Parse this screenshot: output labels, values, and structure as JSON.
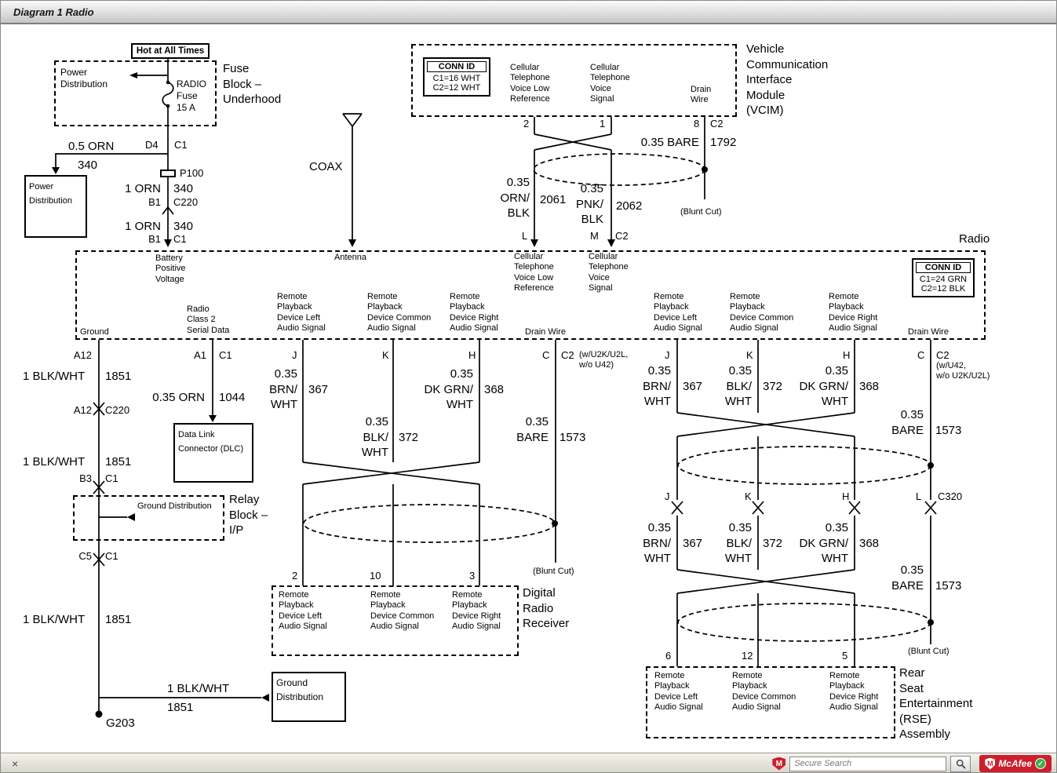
{
  "titlebar": {
    "title": "Diagram 1 Radio"
  },
  "statusbar": {
    "close": "×",
    "search_placeholder": "Secure Search",
    "mcafee_m": "M",
    "mcafee_label": "McAfee",
    "check": "✓"
  },
  "diagram": {
    "fuse": {
      "hot": "Hot at All Times",
      "power_distribution": "Power\nDistribution",
      "fuse_name": "RADIO\nFuse\n15 A",
      "block": "Fuse\nBlock –\nUnderhood",
      "d4": "D4",
      "c1": "C1",
      "wire1": "0.5 ORN",
      "wire1_num": "340",
      "pd_box": "Power\nDistribution",
      "p100": "P100",
      "wire2": "1 ORN",
      "wire2_num": "340",
      "b1": "B1",
      "c220": "C220",
      "wire3": "1 ORN",
      "wire3_num": "340",
      "b1b": "B1",
      "c1b": "C1",
      "coax": "COAX"
    },
    "vcim": {
      "conn_id": "CONN ID",
      "conn_c1": "C1=16 WHT",
      "conn_c2": "C2=12 WHT",
      "voice_low": "Cellular\nTelephone\nVoice Low\nReference",
      "voice_sig": "Cellular\nTelephone\nVoice\nSignal",
      "drain": "Drain\nWire",
      "title": "Vehicle\nCommunication\nInterface\nModule\n(VCIM)",
      "pin2": "2",
      "pin1": "1",
      "pin8": "8",
      "c2": "C2",
      "n1792": "1792",
      "bare": "0.35 BARE",
      "orn_blk": "0.35\nORN/\nBLK",
      "n2061": "2061",
      "pnk_blk": "0.35\nPNK/\nBLK",
      "n2062": "2062",
      "blunt": "(Blunt Cut)",
      "pinL": "L",
      "pinM": "M",
      "c2b": "C2"
    },
    "radio": {
      "title": "Radio",
      "conn_id": "CONN ID",
      "conn_c1": "C1=24 GRN",
      "conn_c2": "C2=12 BLK",
      "battery": "Battery\nPositive\nVoltage",
      "antenna": "Antenna",
      "voice_low": "Cellular\nTelephone\nVoice Low\nReference",
      "voice_sig": "Cellular\nTelephone\nVoice\nSignal",
      "ground": "Ground",
      "class2": "Radio\nClass 2\nSerial Data",
      "rp_left": "Remote\nPlayback\nDevice Left\nAudio Signal",
      "rp_common": "Remote\nPlayback\nDevice Common\nAudio Signal",
      "rp_right": "Remote\nPlayback\nDevice Right\nAudio Signal",
      "drain": "Drain Wire"
    },
    "pins": {
      "a12": "A12",
      "a1": "A1",
      "c1": "C1",
      "j": "J",
      "k": "K",
      "h": "H",
      "c": "C",
      "c2": "C2",
      "note_u2k": "(w/U2K/U2L,\nw/o U42)",
      "note_u42": "(w/U42,\nw/o U2K/U2L)",
      "l": "L",
      "c320": "C320",
      "p2": "2",
      "p10": "10",
      "p3": "3",
      "p6": "6",
      "p12": "12",
      "p5": "5"
    },
    "ground": {
      "blkwht": "1 BLK/WHT",
      "n1851": "1851",
      "a12": "A12",
      "c220": "C220",
      "b3": "B3",
      "c1": "C1",
      "gdist": "Ground Distribution",
      "relay": "Relay\nBlock –\nI/P",
      "c5": "C5",
      "c1b": "C1",
      "g203": "G203",
      "gdist_box": "Ground\nDistribution"
    },
    "dlc": {
      "wire": "0.35 ORN",
      "num": "1044",
      "box": "Data Link\nConnector (DLC)"
    },
    "wires": {
      "brn": "0.35\nBRN/\nWHT",
      "n367": "367",
      "blk": "0.35\nBLK/\nWHT",
      "n372": "372",
      "grn": "0.35\nDK GRN/\nWHT",
      "n368": "368",
      "bare": "0.35\nBARE",
      "n1573": "1573",
      "blunt": "(Blunt Cut)"
    },
    "drr": {
      "title": "Digital\nRadio\nReceiver"
    },
    "rse": {
      "title": "Rear\nSeat\nEntertainment\n(RSE)\nAssembly"
    }
  }
}
